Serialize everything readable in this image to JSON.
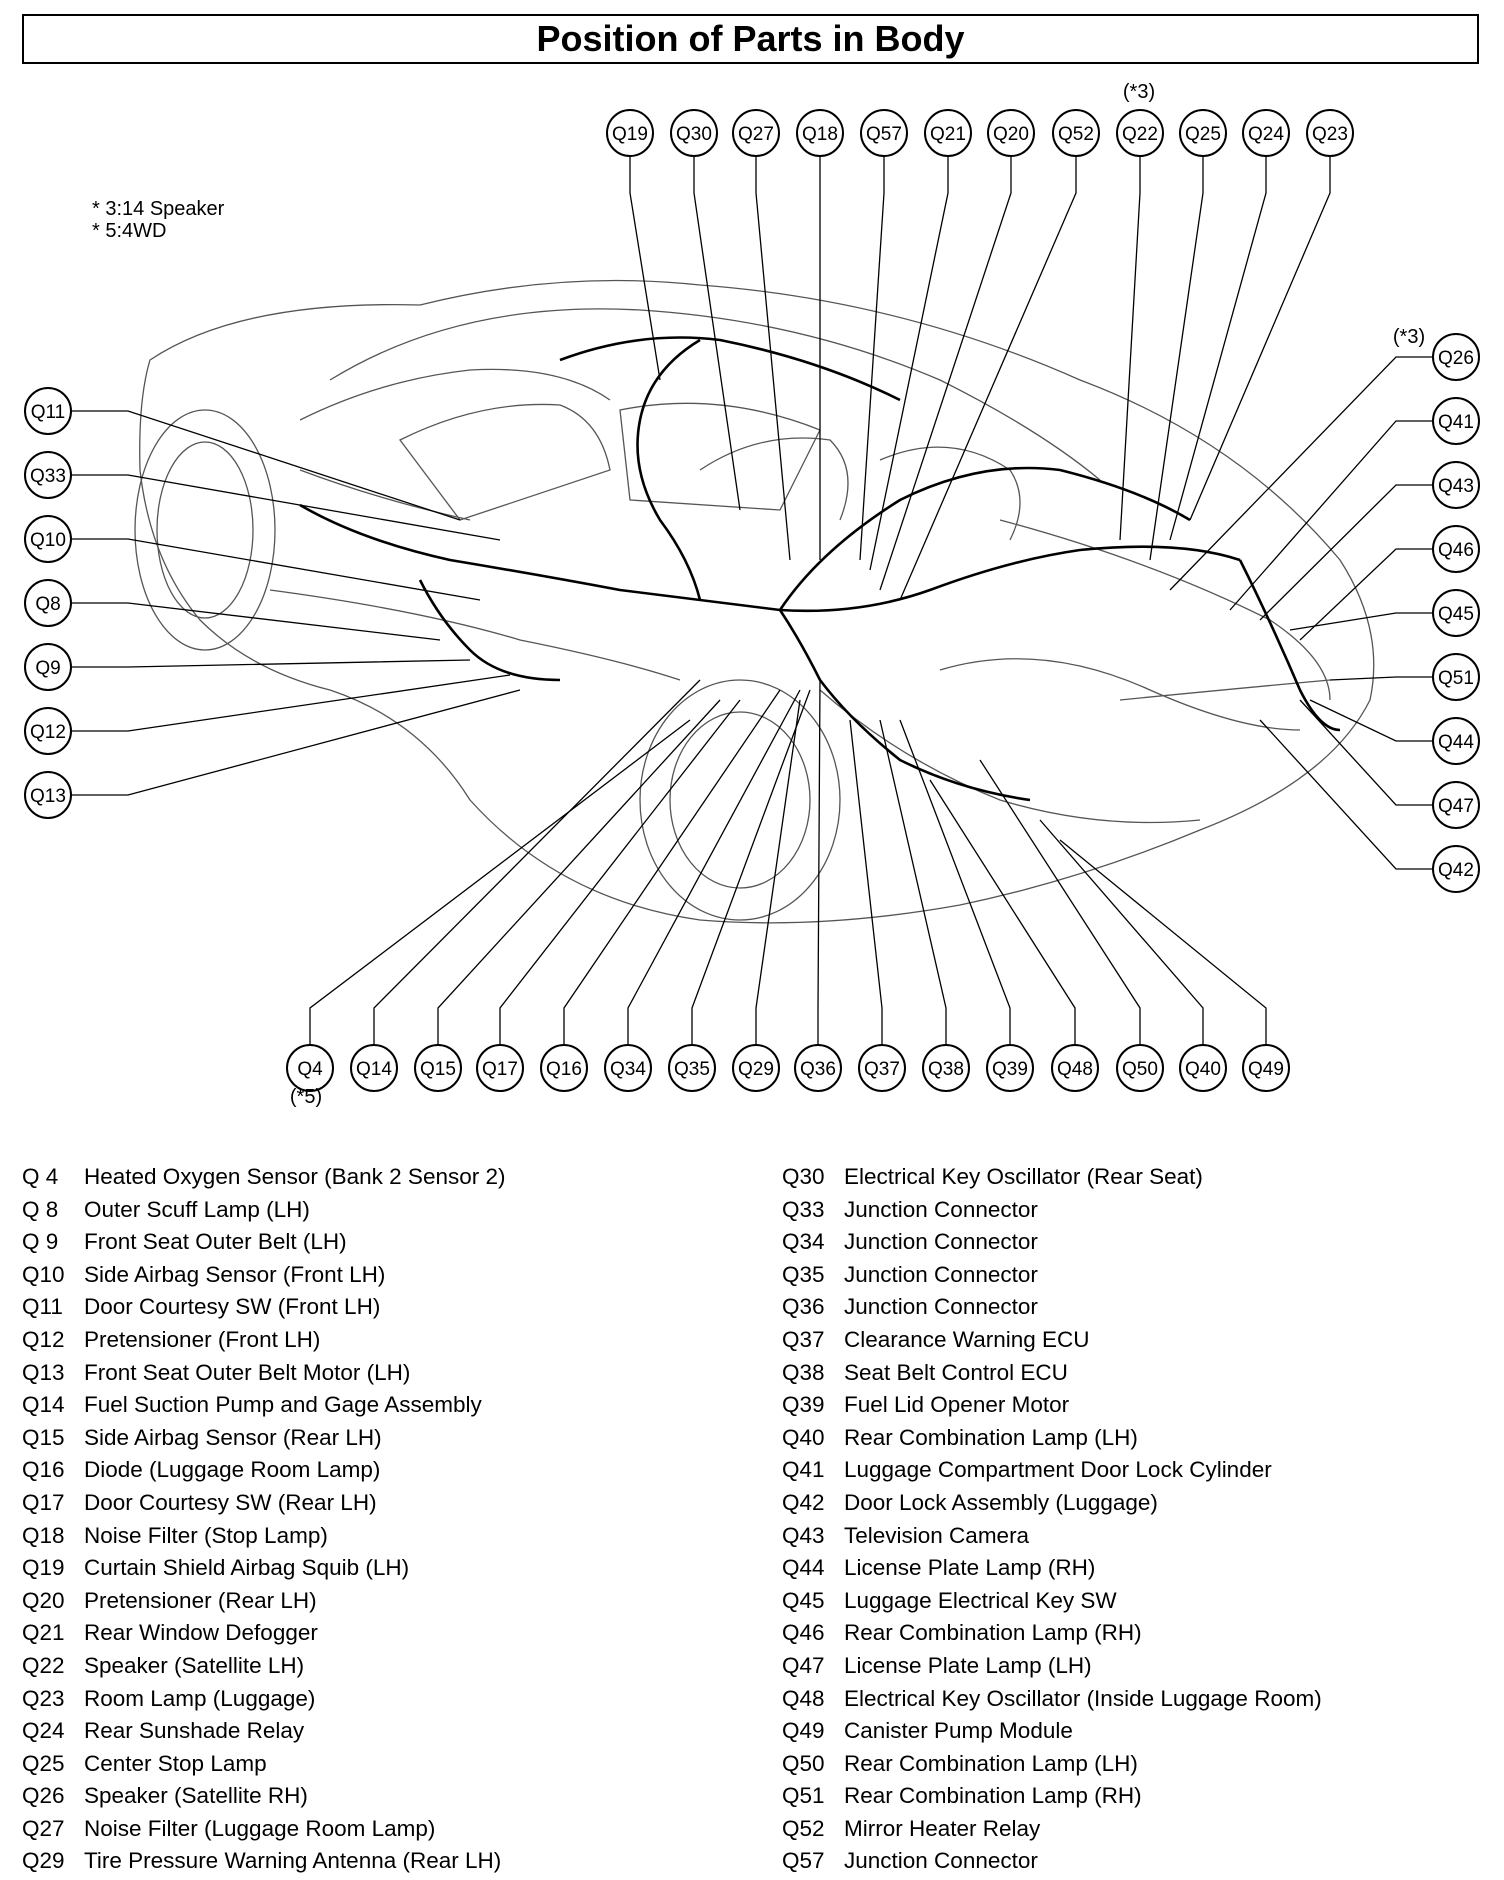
{
  "title": "Position of Parts in Body",
  "notes": [
    "* 3:14 Speaker",
    "* 5:4WD"
  ],
  "callouts_top": [
    "Q19",
    "Q30",
    "Q27",
    "Q18",
    "Q57",
    "Q21",
    "Q20",
    "Q52",
    "Q22",
    "Q25",
    "Q24",
    "Q23"
  ],
  "callouts_right": [
    "Q26",
    "Q41",
    "Q43",
    "Q46",
    "Q45",
    "Q51",
    "Q44",
    "Q47",
    "Q42"
  ],
  "callouts_left": [
    "Q11",
    "Q33",
    "Q10",
    "Q8",
    "Q9",
    "Q12",
    "Q13"
  ],
  "callouts_bottom": [
    "Q4",
    "Q14",
    "Q15",
    "Q17",
    "Q16",
    "Q34",
    "Q35",
    "Q29",
    "Q36",
    "Q37",
    "Q38",
    "Q39",
    "Q48",
    "Q50",
    "Q40",
    "Q49"
  ],
  "marks": {
    "q22_note": "(*3)",
    "q26_note": "(*3)",
    "q4_note": "(*5)"
  },
  "legend_left": [
    {
      "code": "Q  4",
      "name": "Heated Oxygen Sensor (Bank 2 Sensor 2)"
    },
    {
      "code": "Q  8",
      "name": "Outer Scuff Lamp (LH)"
    },
    {
      "code": "Q  9",
      "name": "Front Seat Outer Belt (LH)"
    },
    {
      "code": "Q10",
      "name": "Side Airbag Sensor (Front LH)"
    },
    {
      "code": "Q11",
      "name": "Door Courtesy SW (Front LH)"
    },
    {
      "code": "Q12",
      "name": "Pretensioner (Front LH)"
    },
    {
      "code": "Q13",
      "name": "Front Seat Outer Belt Motor (LH)"
    },
    {
      "code": "Q14",
      "name": "Fuel Suction Pump and Gage Assembly"
    },
    {
      "code": "Q15",
      "name": "Side Airbag Sensor (Rear LH)"
    },
    {
      "code": "Q16",
      "name": "Diode (Luggage Room Lamp)"
    },
    {
      "code": "Q17",
      "name": "Door Courtesy SW (Rear LH)"
    },
    {
      "code": "Q18",
      "name": "Noise Filter (Stop Lamp)"
    },
    {
      "code": "Q19",
      "name": "Curtain Shield Airbag Squib (LH)"
    },
    {
      "code": "Q20",
      "name": "Pretensioner (Rear LH)"
    },
    {
      "code": "Q21",
      "name": "Rear Window Defogger"
    },
    {
      "code": "Q22",
      "name": "Speaker (Satellite LH)"
    },
    {
      "code": "Q23",
      "name": "Room Lamp (Luggage)"
    },
    {
      "code": "Q24",
      "name": "Rear Sunshade Relay"
    },
    {
      "code": "Q25",
      "name": "Center Stop Lamp"
    },
    {
      "code": "Q26",
      "name": "Speaker (Satellite RH)"
    },
    {
      "code": "Q27",
      "name": "Noise Filter (Luggage Room Lamp)"
    },
    {
      "code": "Q29",
      "name": "Tire Pressure Warning Antenna (Rear LH)"
    }
  ],
  "legend_right": [
    {
      "code": "Q30",
      "name": "Electrical Key Oscillator (Rear Seat)"
    },
    {
      "code": "Q33",
      "name": "Junction Connector"
    },
    {
      "code": "Q34",
      "name": "Junction Connector"
    },
    {
      "code": "Q35",
      "name": "Junction Connector"
    },
    {
      "code": "Q36",
      "name": "Junction Connector"
    },
    {
      "code": "Q37",
      "name": "Clearance Warning ECU"
    },
    {
      "code": "Q38",
      "name": "Seat Belt Control ECU"
    },
    {
      "code": "Q39",
      "name": "Fuel Lid Opener Motor"
    },
    {
      "code": "Q40",
      "name": "Rear Combination Lamp (LH)"
    },
    {
      "code": "Q41",
      "name": "Luggage Compartment Door Lock Cylinder"
    },
    {
      "code": "Q42",
      "name": "Door Lock Assembly (Luggage)"
    },
    {
      "code": "Q43",
      "name": "Television Camera"
    },
    {
      "code": "Q44",
      "name": "License Plate Lamp (RH)"
    },
    {
      "code": "Q45",
      "name": "Luggage Electrical Key SW"
    },
    {
      "code": "Q46",
      "name": "Rear Combination Lamp (RH)"
    },
    {
      "code": "Q47",
      "name": "License Plate Lamp (LH)"
    },
    {
      "code": "Q48",
      "name": "Electrical Key Oscillator (Inside Luggage Room)"
    },
    {
      "code": "Q49",
      "name": "Canister Pump Module"
    },
    {
      "code": "Q50",
      "name": "Rear Combination Lamp (LH)"
    },
    {
      "code": "Q51",
      "name": "Rear Combination Lamp (RH)"
    },
    {
      "code": "Q52",
      "name": "Mirror Heater Relay"
    },
    {
      "code": "Q57",
      "name": "Junction Connector"
    }
  ]
}
